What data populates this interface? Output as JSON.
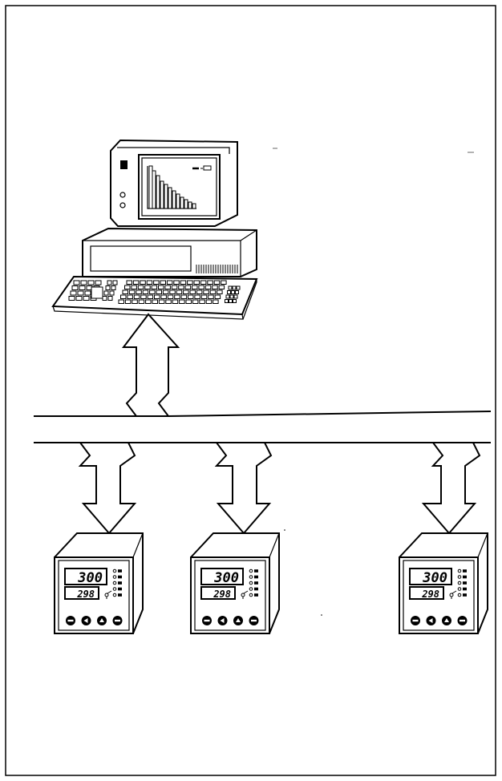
{
  "diagram": {
    "controllers": [
      {
        "process_value": "300",
        "set_value": "298"
      },
      {
        "process_value": "300",
        "set_value": "298"
      },
      {
        "process_value": "300",
        "set_value": "298"
      }
    ]
  },
  "icons": {
    "computer": "desktop-computer-icon",
    "controller": "temperature-controller-icon",
    "arrow": "double-headed-arrow-icon"
  }
}
